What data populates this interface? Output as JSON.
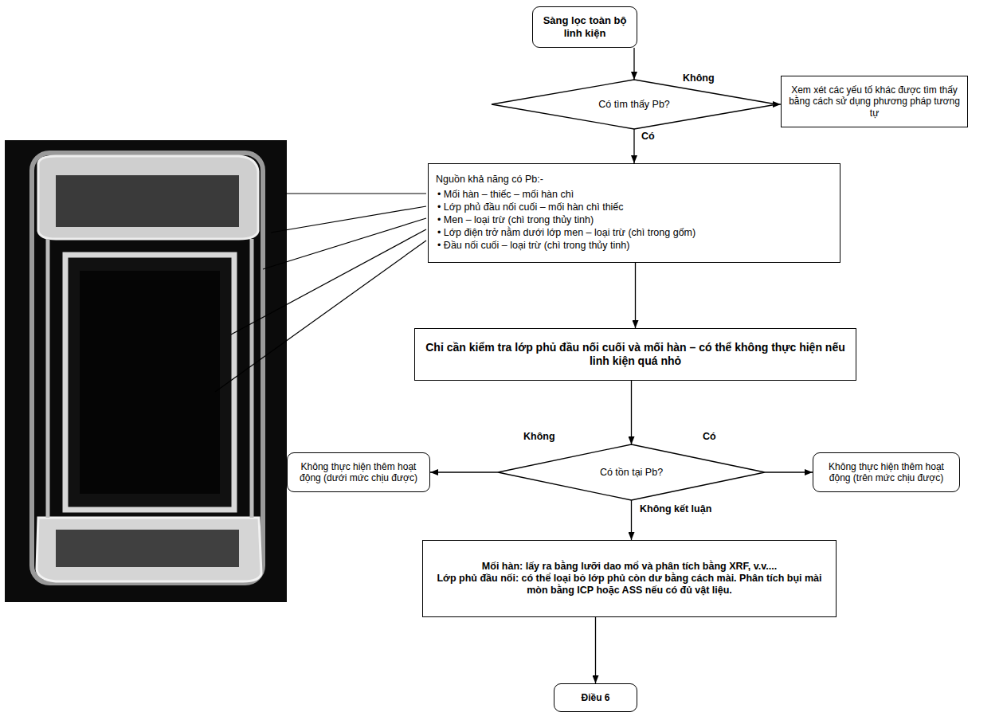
{
  "diagram": {
    "nodes": [
      {
        "text": [
          "Sàng lọc toàn bộ linh kiện"
        ]
      },
      {
        "text": [
          "Có tìm thấy Pb?"
        ]
      },
      {
        "text": [
          "Xem xét các yếu tố khác được tìm thấy bằng cách sử dụng phương pháp tương tự"
        ]
      },
      {
        "text": [
          "Nguồn khả năng có Pb:-",
          "• Mối hàn – thiếc – mối hàn chì",
          "• Lớp phủ đầu nối cuối – mối hàn chì thiếc",
          "• Men – loại trừ (chì trong thủy tinh)",
          "• Lớp điện trở nằm dưới lớp men – loại trừ (chì trong gốm)",
          "• Đầu nối cuối – loại trừ (chì trong thủy tinh)"
        ]
      },
      {
        "text": [
          "Chỉ cần kiểm tra lớp phủ đầu nối cuối và mối hàn – có thể không thực hiện nếu linh kiện quá nhỏ"
        ]
      },
      {
        "text": [
          "Có tồn tại Pb?"
        ]
      },
      {
        "text": [
          "Không thực hiện thêm hoạt động (dưới mức chịu được)"
        ]
      },
      {
        "text": [
          "Không thực hiện thêm hoạt động (trên mức chịu được)"
        ]
      },
      {
        "text": [
          "Mối hàn: lấy ra bằng lưỡi dao mổ và phân tích bằng XRF, v.v....",
          "Lớp phủ đầu nối: có thể loại bỏ lớp phủ còn dư bằng cách mài. Phân tích bụi mài mòn bằng ICP hoặc ASS nếu có đủ vật liệu."
        ]
      },
      {
        "text": [
          "Điều 6"
        ]
      }
    ],
    "edges": [
      {
        "from": 0,
        "to": 1,
        "arrow": "to"
      },
      {
        "from": 1,
        "to": 2,
        "label": "Không",
        "arrow": "to"
      },
      {
        "from": 1,
        "to": 3,
        "label": "Có",
        "arrow": "to"
      },
      {
        "from": 3,
        "to": 4,
        "arrow": "to"
      },
      {
        "from": 4,
        "to": 5,
        "arrow": "to"
      },
      {
        "from": 5,
        "to": 6,
        "label": "Không",
        "arrow": "to"
      },
      {
        "from": 5,
        "to": 7,
        "label": "Có",
        "arrow": "to"
      },
      {
        "from": 5,
        "to": 8,
        "label": "Không kết luận",
        "arrow": "to"
      },
      {
        "from": 8,
        "to": 9,
        "arrow": "to"
      }
    ]
  }
}
